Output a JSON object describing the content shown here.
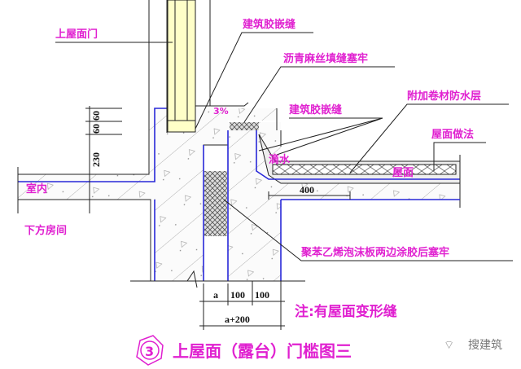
{
  "labels": {
    "roof_door": "上屋面门",
    "sealant_top": "建筑胶嵌缝",
    "asphalt_hemp": "沥青麻丝填缝塞牢",
    "slope": "3%",
    "sealant_mid": "建筑胶嵌缝",
    "extra_membrane": "附加卷材防水层",
    "roof_method": "屋面做法",
    "drip": "滴水",
    "roof": "屋面",
    "indoor": "室内",
    "room_below": "下方房间",
    "polystyrene": "聚苯乙烯泡沫板两边涂胶后塞牢"
  },
  "dimensions": {
    "d60a": "60",
    "d60b": "60",
    "d230": "230",
    "d400": "400",
    "da": "a",
    "d100a": "100",
    "d100b": "100",
    "da200": "a+200"
  },
  "note": "注:有屋面变形缝",
  "title": {
    "number": "3",
    "text": "上屋面（露台）门槛图三"
  },
  "watermark": "搜建筑",
  "colors": {
    "label": "#e020d0",
    "waterproof": "#2828d8",
    "door": "#ffffc8"
  }
}
